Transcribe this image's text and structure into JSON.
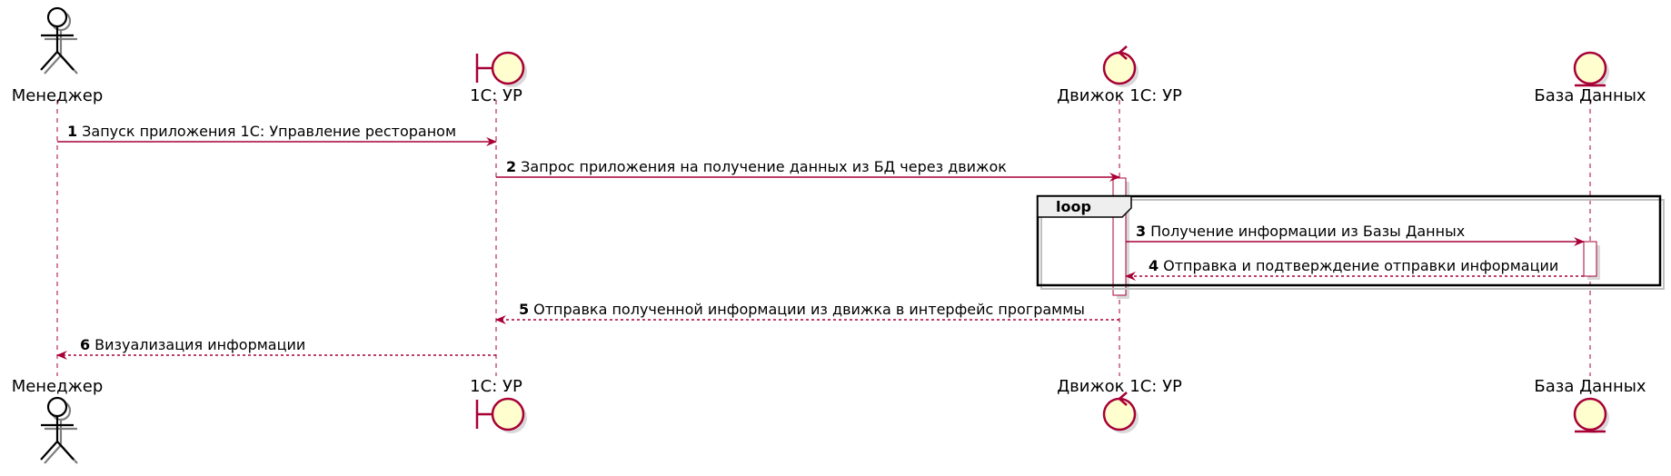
{
  "participants": [
    {
      "id": "manager",
      "label": "Менеджер",
      "kind": "actor"
    },
    {
      "id": "app",
      "label": "1С: УР",
      "kind": "boundary"
    },
    {
      "id": "engine",
      "label": "Движок 1С: УР",
      "kind": "control"
    },
    {
      "id": "db",
      "label": "База Данных",
      "kind": "entity"
    }
  ],
  "messages": [
    {
      "num": "1",
      "text": "Запуск приложения 1С: Управление рестораном",
      "from": "manager",
      "to": "app",
      "style": "solid"
    },
    {
      "num": "2",
      "text": "Запрос приложения на получение данных из БД через движок",
      "from": "app",
      "to": "engine",
      "style": "solid"
    },
    {
      "num": "3",
      "text": "Получение информации из Базы Данных",
      "from": "engine",
      "to": "db",
      "style": "solid"
    },
    {
      "num": "4",
      "text": "Отправка и подтверждение отправки информации",
      "from": "db",
      "to": "engine",
      "style": "dashed"
    },
    {
      "num": "5",
      "text": "Отправка полученной информации из движка в интерфейс программы",
      "from": "engine",
      "to": "app",
      "style": "dashed"
    },
    {
      "num": "6",
      "text": "Визуализация информации",
      "from": "app",
      "to": "manager",
      "style": "dashed"
    }
  ],
  "fragments": [
    {
      "type": "loop",
      "label": "loop"
    }
  ],
  "colors": {
    "line": "#A80036",
    "fill": "#FEFECE",
    "text": "#000000",
    "shadow": "#C0C0C0"
  }
}
